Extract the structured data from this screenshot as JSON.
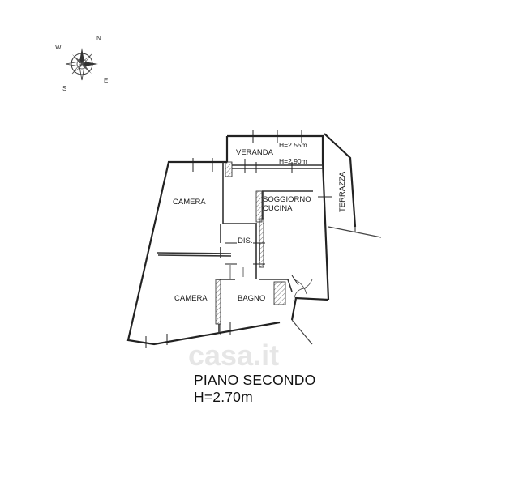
{
  "compass": {
    "letters": {
      "north": "N",
      "west": "W",
      "south": "S",
      "east": "E"
    }
  },
  "rooms": {
    "veranda": "VERANDA",
    "veranda_height": "H=2.55m",
    "living_height": "H=2.90m",
    "terrazza": "TERRAZZA",
    "camera_top": "CAMERA",
    "soggiorno": "SOGGIORNO",
    "cucina": "CUCINA",
    "dis": "DIS.",
    "camera_bottom": "CAMERA",
    "bagno": "BAGNO"
  },
  "title": {
    "floor": "PIANO SECONDO",
    "height": "H=2.70m"
  },
  "watermark": {
    "text": "casa.it"
  },
  "colors": {
    "wall": "#222222",
    "hatch": "#777777",
    "line": "#444444"
  }
}
